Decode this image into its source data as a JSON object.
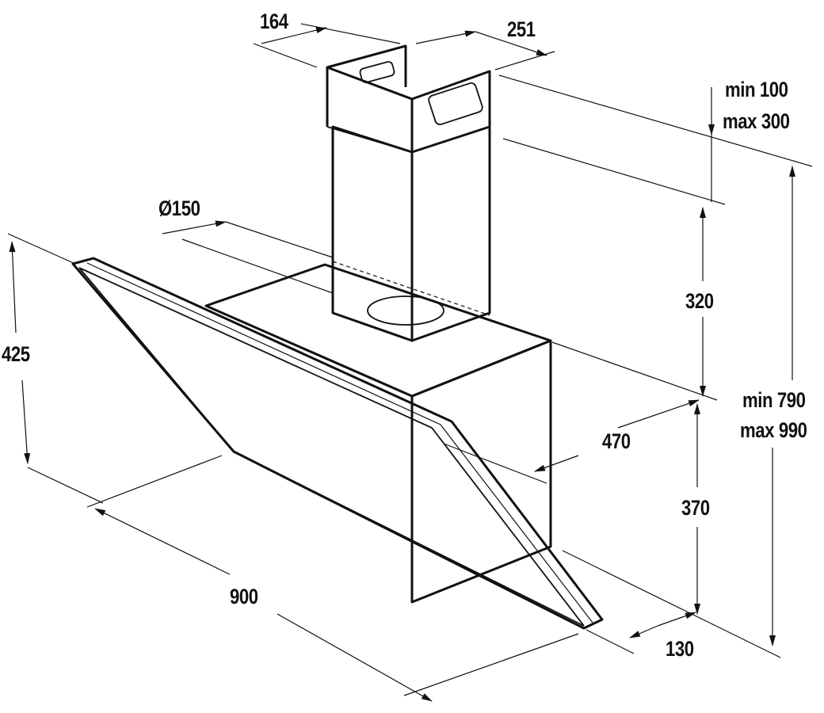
{
  "dimensions": {
    "chimney_depth": "164",
    "chimney_width": "251",
    "chimney_extension_min": "min 100",
    "chimney_extension_max": "max 300",
    "outlet_diameter": "Ø150",
    "chimney_height": "320",
    "panel_height": "425",
    "total_height_min": "min 790",
    "total_height_max": "max 990",
    "depth": "470",
    "body_height": "370",
    "width": "900",
    "bottom_depth": "130"
  },
  "colors": {
    "line": "#111111",
    "glass": "#e6e6e6"
  }
}
